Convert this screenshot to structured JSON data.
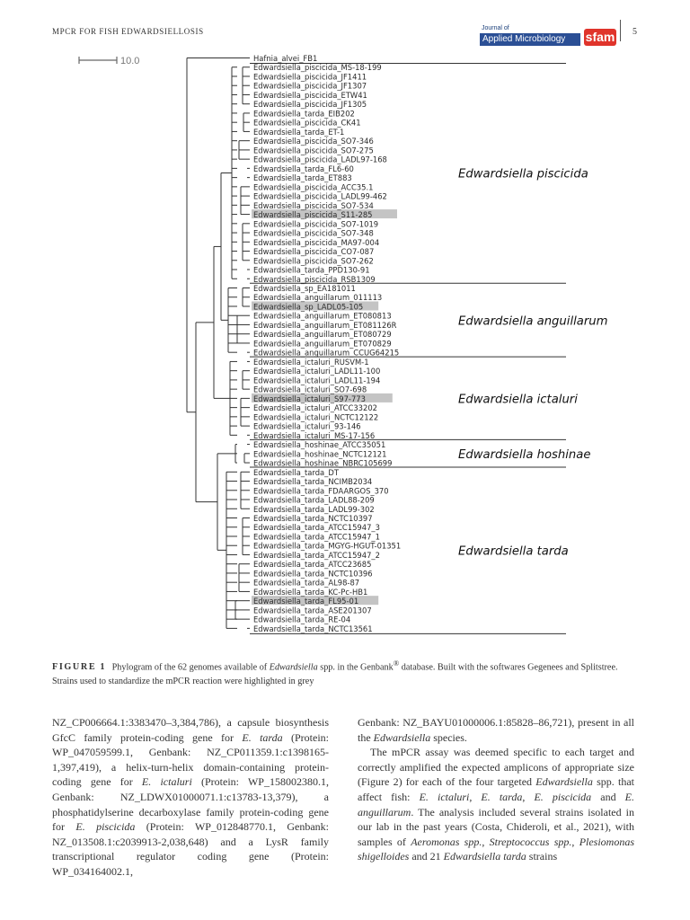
{
  "header": {
    "running_title": "MPCR FOR FISH EDWARDSIELLOSIS",
    "journal_small": "Journal of",
    "journal_name": "Applied Microbiology",
    "society": "sfam",
    "page_number": "5"
  },
  "figure": {
    "scale_label": "10.0",
    "taxa": [
      "Hafnia_alvei_FB1",
      "Edwardsiella_piscicida_MS-18-199",
      "Edwardsiella_piscicida_JF1411",
      "Edwardsiella_piscicida_JF1307",
      "Edwardsiella_piscicida_ETW41",
      "Edwardsiella_piscicida_JF1305",
      "Edwardsiella_tarda_EIB202",
      "Edwardsiella_piscicida_CK41",
      "Edwardsiella_tarda_ET-1",
      "Edwardsiella_piscicida_SO7-346",
      "Edwardsiella_piscicida_SO7-275",
      "Edwardsiella_piscicida_LADL97-168",
      "Edwardsiella_tarda_FL6-60",
      "Edwardsiella_tarda_ET883",
      "Edwardsiella_piscicida_ACC35.1",
      "Edwardsiella_piscicida_LADL99-462",
      "Edwardsiella_piscicida_SO7-534",
      "Edwardsiella_piscicida_S11-285",
      "Edwardsiella_piscicida_SO7-1019",
      "Edwardsiella_piscicida_SO7-348",
      "Edwardsiella_piscicida_MA97-004",
      "Edwardsiella_piscicida_CO7-087",
      "Edwardsiella_piscicida_SO7-262",
      "Edwardsiella_tarda_PPD130-91",
      "Edwardsiella_piscicida_RSB1309",
      "Edwardsiella_sp_EA181011",
      "Edwardsiella_anguillarum_011113",
      "Edwardsiella_sp_LADL05-105",
      "Edwardsiella_anguillarum_ET080813",
      "Edwardsiella_anguillarum_ET081126R",
      "Edwardsiella_anguillarum_ET080729",
      "Edwardsiella_anguillarum_ET070829",
      "Edwardsiella_anguillarum_CCUG64215",
      "Edwardsiella_ictaluri_RUSVM-1",
      "Edwardsiella_ictaluri_LADL11-100",
      "Edwardsiella_ictaluri_LADL11-194",
      "Edwardsiella_ictaluri_SO7-698",
      "Edwardsiella_ictaluri_S97-773",
      "Edwardsiella_ictaluri_ATCC33202",
      "Edwardsiella_ictaluri_NCTC12122",
      "Edwardsiella_ictaluri_93-146",
      "Edwardsiella_ictaluri_MS-17-156",
      "Edwardsiella_hoshinae_ATCC35051",
      "Edwardsiella_hoshinae_NCTC12121",
      "Edwardsiella_hoshinae_NBRC105699",
      "Edwardsiella_tarda_DT",
      "Edwardsiella_tarda_NCIMB2034",
      "Edwardsiella_tarda_FDAARGOS_370",
      "Edwardsiella_tarda_LADL88-209",
      "Edwardsiella_tarda_LADL99-302",
      "Edwardsiella_tarda_NCTC10397",
      "Edwardsiella_tarda_ATCC15947_3",
      "Edwardsiella_tarda_ATCC15947_1",
      "Edwardsiella_tarda_MGYG-HGUT-01351",
      "Edwardsiella_tarda_ATCC15947_2",
      "Edwardsiella_tarda_ATCC23685",
      "Edwardsiella_tarda_NCTC10396",
      "Edwardsiella_tarda_AL98-87",
      "Edwardsiella_tarda_KC-Pc-HB1",
      "Edwardsiella_tarda_FL95-01",
      "Edwardsiella_tarda_ASE201307",
      "Edwardsiella_tarda_RE-04",
      "Edwardsiella_tarda_NCTC13561"
    ],
    "highlighted": [
      "Edwardsiella_piscicida_S11-285",
      "Edwardsiella_sp_LADL05-105",
      "Edwardsiella_ictaluri_S97-773",
      "Edwardsiella_tarda_FL95-01"
    ],
    "clades": [
      {
        "label": "Edwardsiella piscicida",
        "first": 1,
        "last": 24
      },
      {
        "label": "Edwardsiella anguillarum",
        "first": 25,
        "last": 32
      },
      {
        "label": "Edwardsiella ictaluri",
        "first": 33,
        "last": 41
      },
      {
        "label": "Edwardsiella hoshinae",
        "first": 42,
        "last": 44
      },
      {
        "label": "Edwardsiella tarda",
        "first": 45,
        "last": 62
      }
    ]
  },
  "caption": {
    "label": "FIGURE 1",
    "part1": "Phylogram of the 62 genomes available of ",
    "italic1": "Edwardsiella",
    "part2": " spp. in the Genbank",
    "sup": "®",
    "part3": " database. Built with the softwares Gegenees and Splitstree. Strains used to standardize the mPCR reaction were highlighted in grey"
  },
  "body": {
    "left": [
      {
        "t": "NZ_CP006664.1:3383470–3,384,786), a capsule biosynthesis GfcC family protein-coding gene for "
      },
      {
        "t": "E. tarda",
        "i": true
      },
      {
        "t": " (Protein: WP_047059599.1, Genbank: NZ_CP011359.1:c1398165-1,397,419), a helix-turn-helix domain-containing protein-coding gene for "
      },
      {
        "t": "E. ictaluri",
        "i": true
      },
      {
        "t": " (Protein: WP_158002380.1, Genbank: NZ_LDWX01000071.1:c13783-13,379), a phosphatidylserine decarboxylase family protein-coding gene for "
      },
      {
        "t": "E. piscicida",
        "i": true
      },
      {
        "t": " (Protein: WP_012848770.1, Genbank: NZ_013508.1:c2039913-2,038,648) and a LysR family transcriptional regulator coding gene (Protein: WP_034164002.1,"
      }
    ],
    "right_p1": [
      {
        "t": "Genbank: NZ_BAYU01000006.1:85828–86,721), present in all the "
      },
      {
        "t": "Edwardsiella",
        "i": true
      },
      {
        "t": " species."
      }
    ],
    "right_p2": [
      {
        "t": "The mPCR assay was deemed specific to each target and correctly amplified the expected amplicons of appropriate size (Figure 2) for each of the four targeted "
      },
      {
        "t": "Edwardsiella",
        "i": true
      },
      {
        "t": " spp. that affect fish: "
      },
      {
        "t": "E. ictaluri",
        "i": true
      },
      {
        "t": ", "
      },
      {
        "t": "E. tarda",
        "i": true
      },
      {
        "t": ", "
      },
      {
        "t": "E. piscicida",
        "i": true
      },
      {
        "t": " and "
      },
      {
        "t": "E. anguillarum",
        "i": true
      },
      {
        "t": ". The analysis included several strains isolated in our lab in the past years (Costa, Chideroli, et al., 2021), with samples of "
      },
      {
        "t": "Aeromonas spp.",
        "i": true
      },
      {
        "t": ", "
      },
      {
        "t": "Streptococcus spp.",
        "i": true
      },
      {
        "t": ", "
      },
      {
        "t": "Plesiomonas shigelloides",
        "i": true
      },
      {
        "t": " and 21 "
      },
      {
        "t": "Edwardsiella tarda",
        "i": true
      },
      {
        "t": " strains"
      }
    ]
  }
}
